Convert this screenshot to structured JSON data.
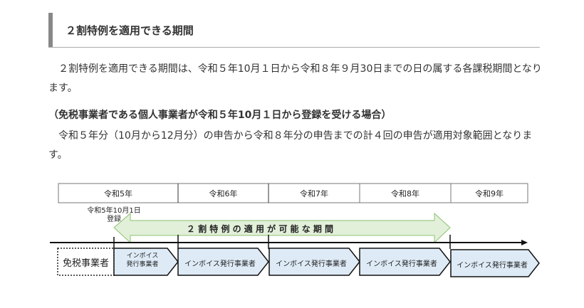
{
  "heading": "２割特例を適用できる期間",
  "para1": "　２割特例を適用できる期間は、令和５年10月１日から令和８年９月30日までの日の属する各課税期間となります。",
  "subheading": "（免税事業者である個人事業者が令和５年10月１日から登録を受ける場合）",
  "para2": "　令和５年分（10月から12月分）の申告から令和８年分の申告までの計４回の申告が適用対象範囲となります。",
  "diagram": {
    "years": [
      "令和5年",
      "令和6年",
      "令和7年",
      "令和8年",
      "令和9年"
    ],
    "reg_date": "令和5年10月1日",
    "reg_label": "登録",
    "period_label": "２ 割 特 例 の 適 用 が 可 能 な 期 間",
    "exempt_label": "免税事業者",
    "first_status": "インボイス\n発行事業者",
    "status": "インボイス発行事業者",
    "colors": {
      "arrow_fill": "#e2efd9",
      "arrow_stroke": "#8dc26f",
      "box_fill": "#deebf7"
    }
  }
}
